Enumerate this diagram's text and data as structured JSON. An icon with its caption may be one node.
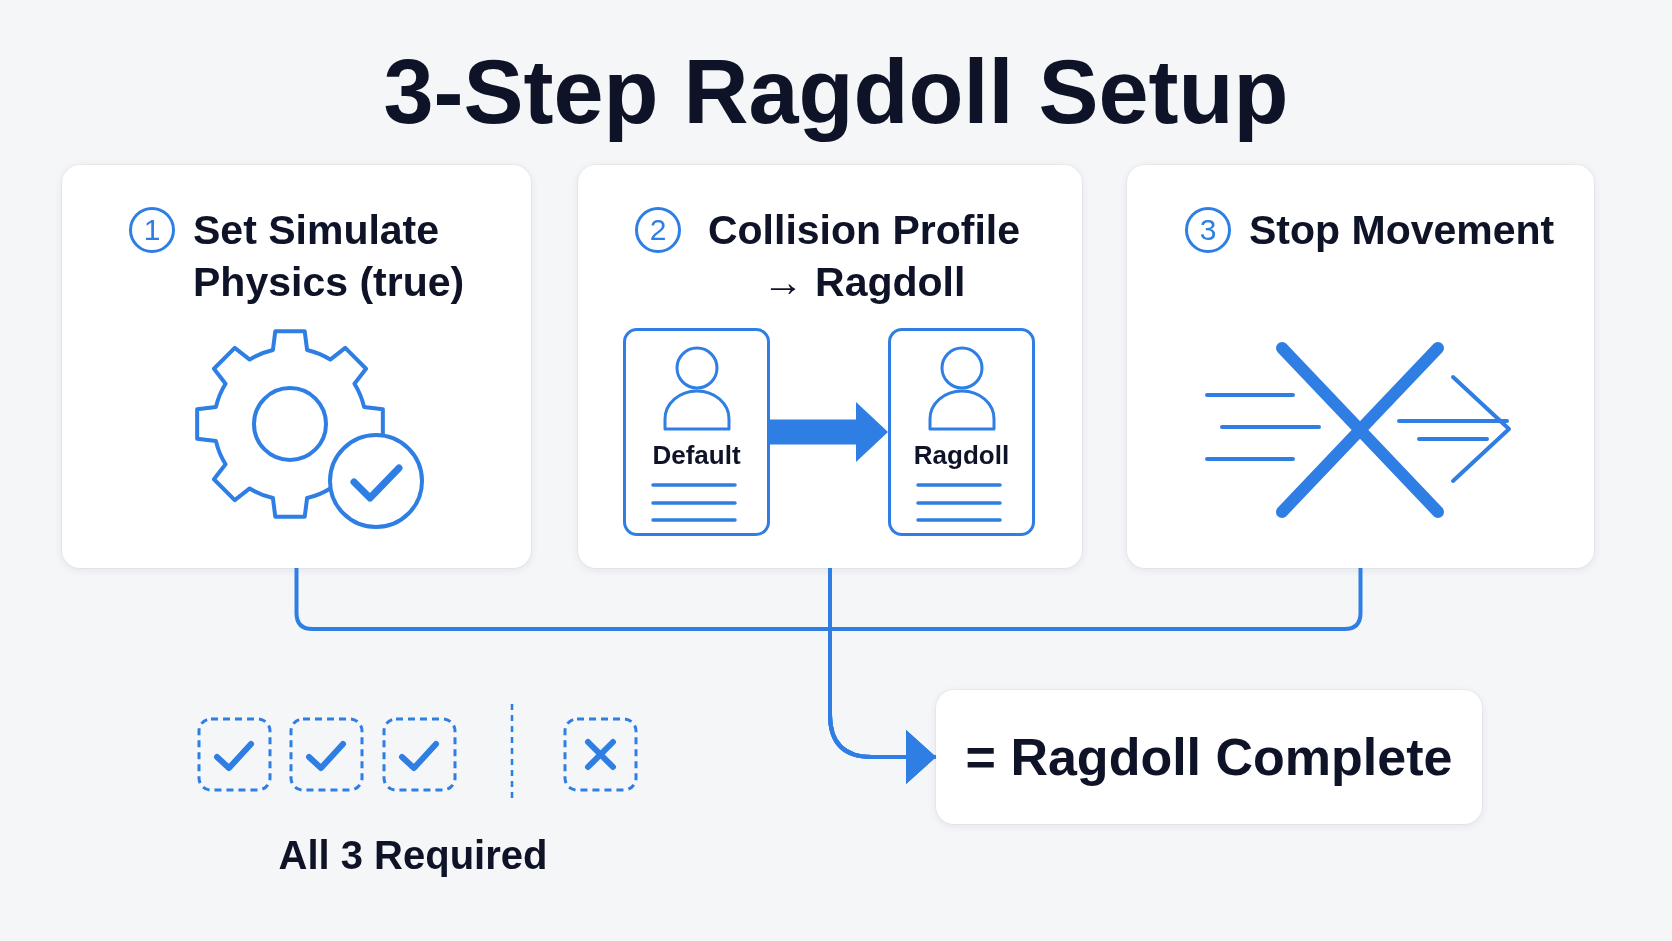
{
  "diagram": {
    "title": "3-Step Ragdoll Setup",
    "nodes": [
      {
        "text": [
          "1",
          "Set Simulate Physics (true)"
        ]
      },
      {
        "text": [
          "2",
          "Collision Profile → Ragdoll"
        ]
      },
      {
        "text": [
          "Default"
        ],
        "in": 1
      },
      {
        "text": [
          "Ragdoll"
        ],
        "in": 1
      },
      {
        "text": [
          "3",
          "Stop Movement"
        ]
      },
      {
        "text": [
          "= Ragdoll Complete"
        ]
      }
    ],
    "edges": [
      {
        "from": 2,
        "to": 3,
        "arrow": "to",
        "style": "thick"
      },
      {
        "from": 0,
        "to": 5,
        "arrow": "to"
      },
      {
        "from": 1,
        "to": 5,
        "arrow": "to"
      },
      {
        "from": 4,
        "to": 5,
        "arrow": "to"
      }
    ],
    "labels": [
      "All 3 Required"
    ]
  }
}
